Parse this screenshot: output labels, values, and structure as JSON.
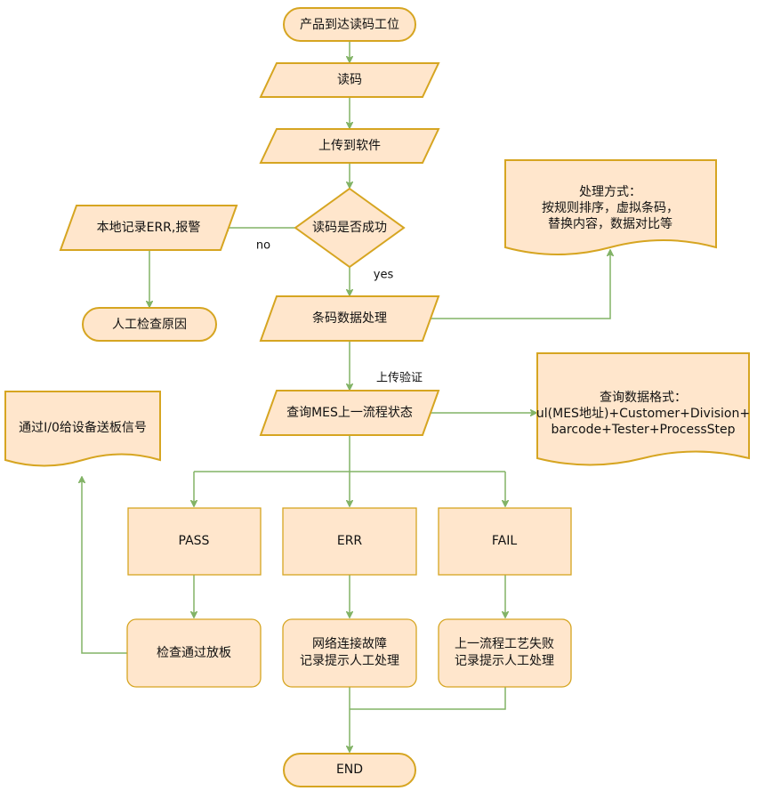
{
  "nodes": {
    "start": "产品到达读码工位",
    "read": "读码",
    "upload": "上传到软件",
    "decision": "读码是否成功",
    "local_err": "本地记录ERR,报警",
    "manual_check": "人工检查原因",
    "barcode_proc": "条码数据处理",
    "proc_note": [
      "处理方式：",
      "按规则排序，虚拟条码，",
      "替换内容，数据对比等"
    ],
    "query_mes": "查询MES上一流程状态",
    "query_note": [
      "查询数据格式：",
      "ul(MES地址)+Customer+Division+",
      "barcode+Tester+ProcessStep"
    ],
    "io_note": "通过I/0给设备送板信号",
    "pass": "PASS",
    "err": "ERR",
    "fail": "FAIL",
    "pass_action": "检查通过放板",
    "err_action": [
      "网络连接故障",
      "记录提示人工处理"
    ],
    "fail_action": [
      "上一流程工艺失败",
      "记录提示人工处理"
    ],
    "end": "END"
  },
  "edge_labels": {
    "no": "no",
    "yes": "yes",
    "upload_verify": "上传验证"
  },
  "colors": {
    "node_fill": "#ffe6cc",
    "node_stroke": "#d6a521",
    "edge": "#82b366",
    "text": "#111111"
  }
}
